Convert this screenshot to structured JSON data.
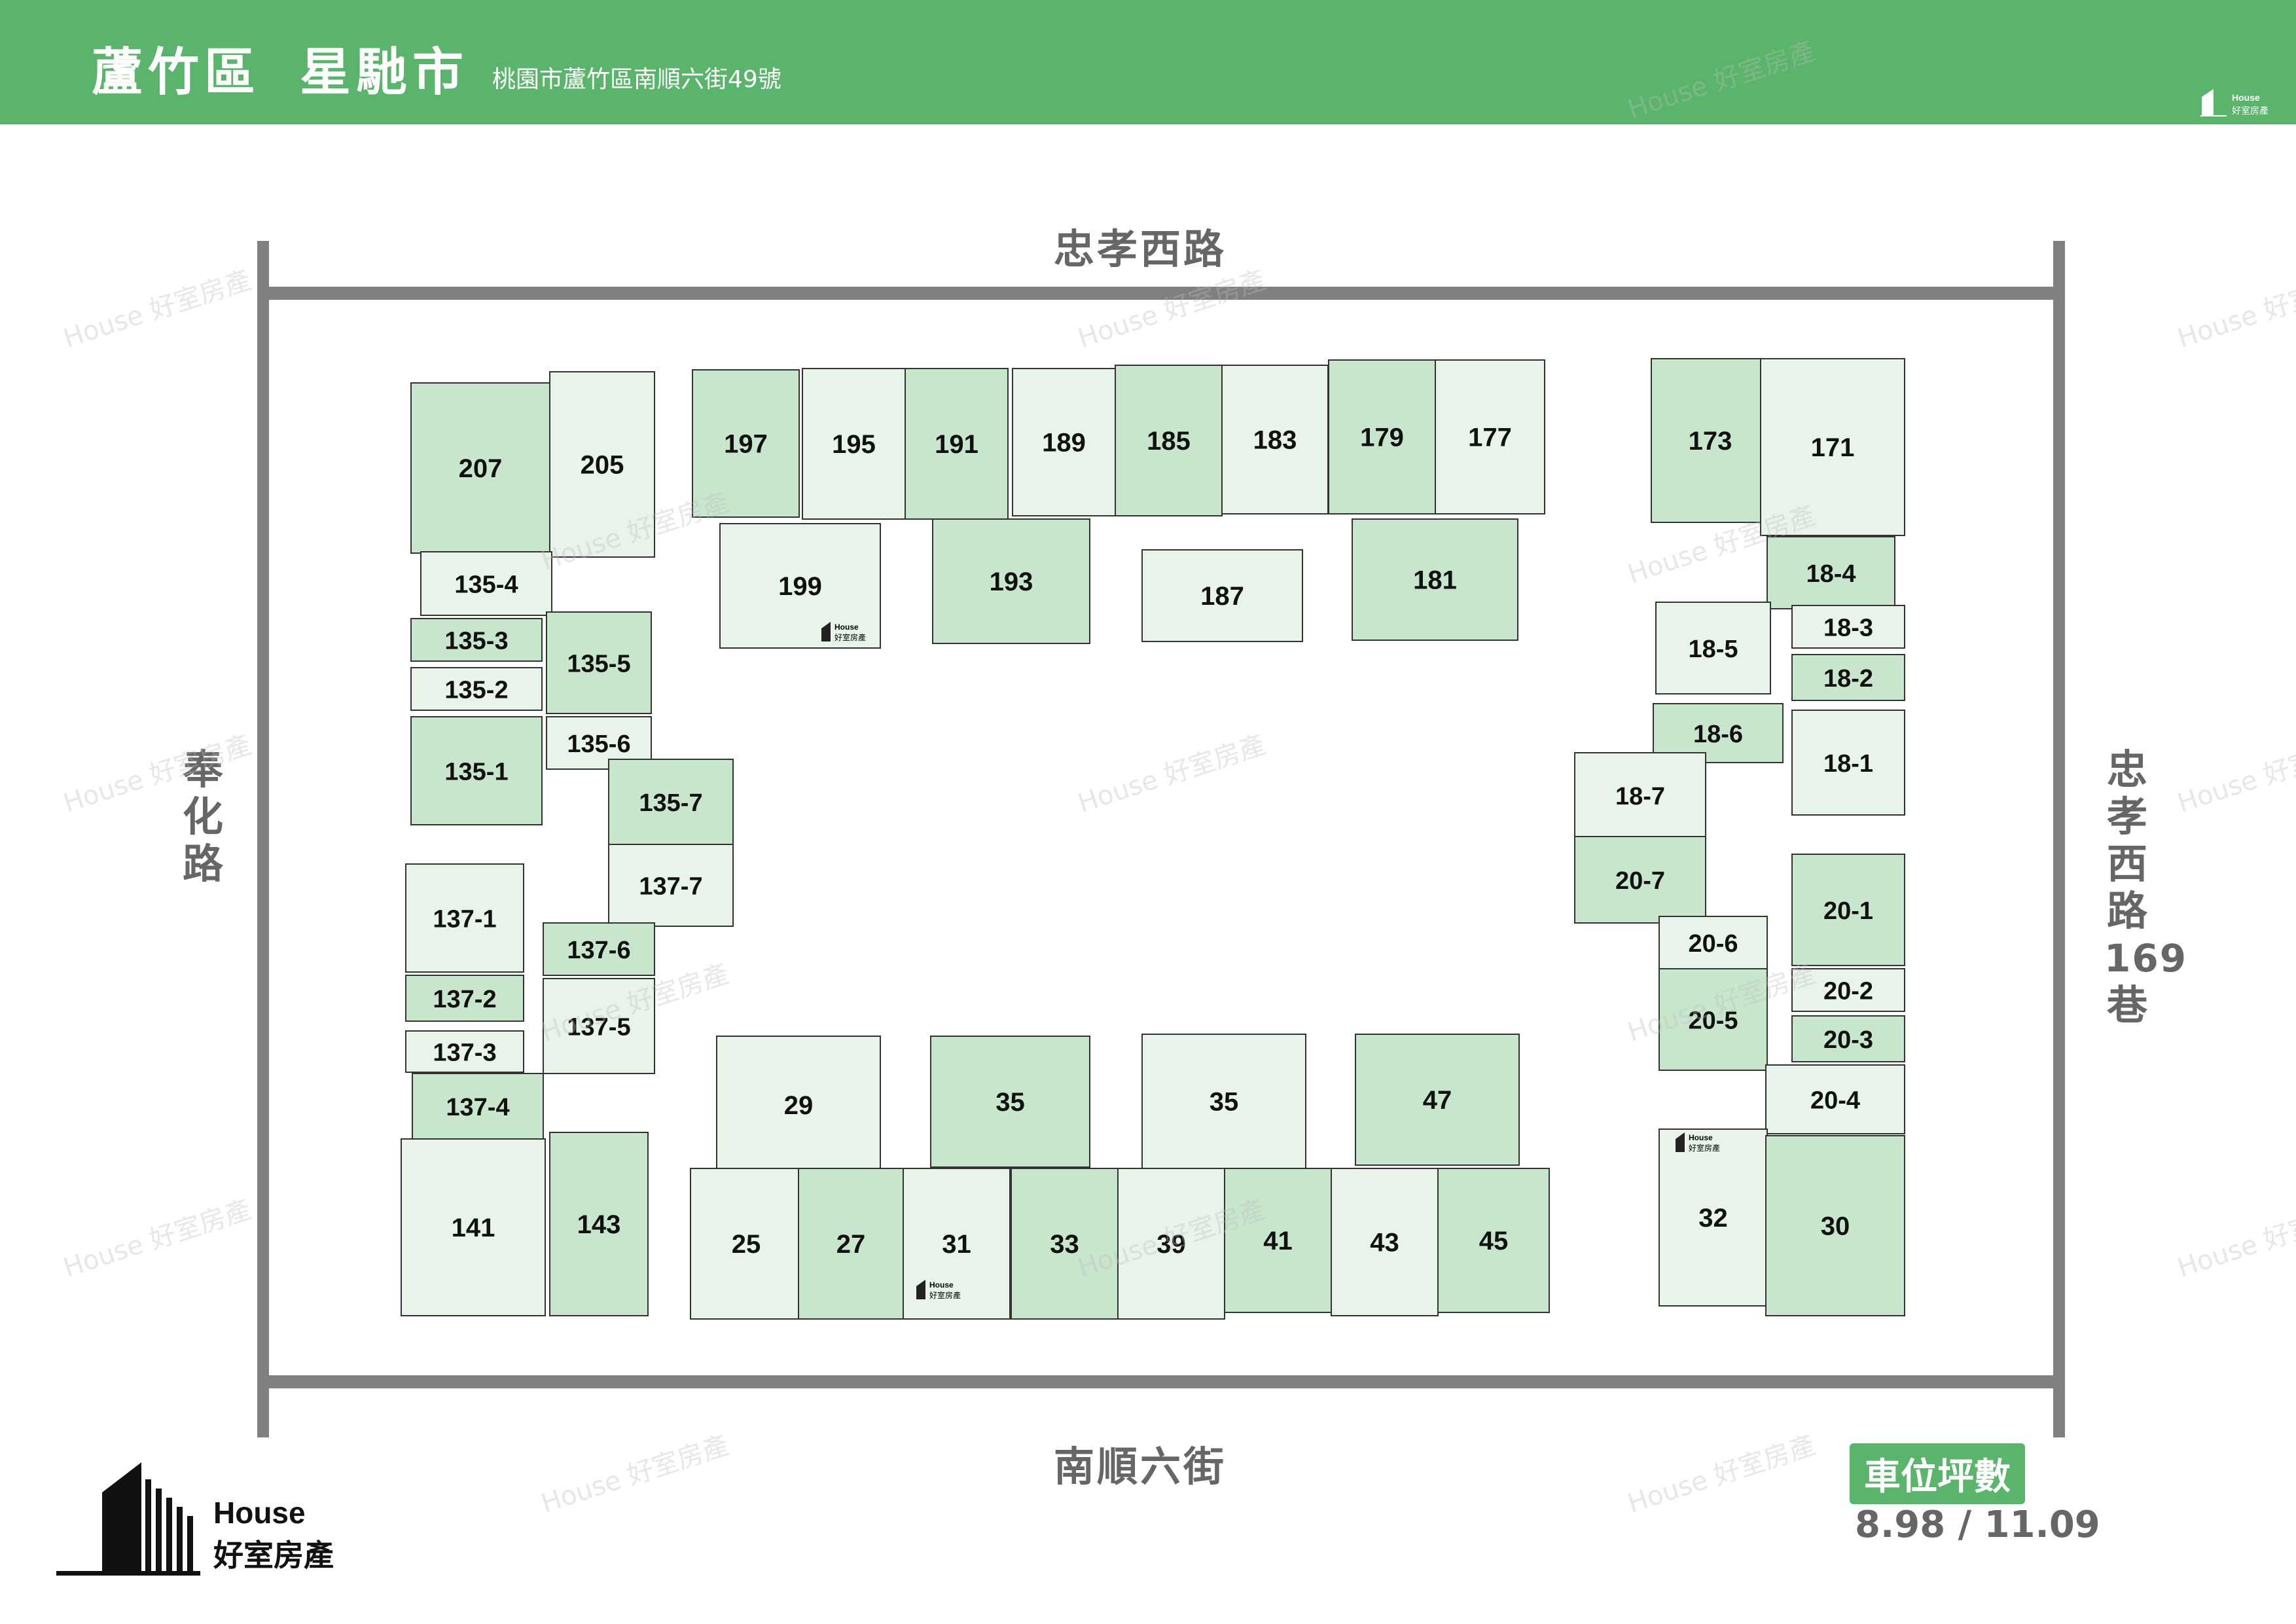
{
  "header": {
    "district": "蘆竹區",
    "name": "星馳市",
    "address": "桃園市蘆竹區南順六街49號",
    "logo_text_en": "House",
    "logo_text_zh": "好室房產"
  },
  "colors": {
    "header_green": "#5ab46b",
    "unit_dark": "#c8e6cc",
    "unit_light": "#e8f4ea",
    "unit_stroke": "#333333",
    "road_gray": "#808080",
    "text_gray": "#666666"
  },
  "roads": {
    "top": "忠孝西路",
    "bottom": "南順六街",
    "left": [
      "奉",
      "化",
      "路"
    ],
    "right": [
      "忠",
      "孝",
      "西",
      "路",
      "169",
      "巷"
    ]
  },
  "legend": {
    "label": "車位坪數",
    "value": "8.98 / 11.09"
  },
  "brand": {
    "en": "House",
    "zh": "好室房產"
  },
  "watermark": {
    "en": "House",
    "zh": "好室房產"
  },
  "units": [
    {
      "label": "207",
      "tone": "dark"
    },
    {
      "label": "205",
      "tone": "light"
    },
    {
      "label": "135-4",
      "tone": "light"
    },
    {
      "label": "135-3",
      "tone": "dark"
    },
    {
      "label": "135-2",
      "tone": "light"
    },
    {
      "label": "135-1",
      "tone": "dark"
    },
    {
      "label": "135-5",
      "tone": "dark"
    },
    {
      "label": "135-6",
      "tone": "light"
    },
    {
      "label": "135-7",
      "tone": "dark"
    },
    {
      "label": "137-7",
      "tone": "light"
    },
    {
      "label": "137-1",
      "tone": "light"
    },
    {
      "label": "137-6",
      "tone": "dark"
    },
    {
      "label": "137-2",
      "tone": "dark"
    },
    {
      "label": "137-5",
      "tone": "light"
    },
    {
      "label": "137-3",
      "tone": "light"
    },
    {
      "label": "137-4",
      "tone": "dark"
    },
    {
      "label": "141",
      "tone": "light"
    },
    {
      "label": "143",
      "tone": "dark"
    },
    {
      "label": "197",
      "tone": "dark"
    },
    {
      "label": "195",
      "tone": "light"
    },
    {
      "label": "191",
      "tone": "dark"
    },
    {
      "label": "189",
      "tone": "light"
    },
    {
      "label": "185",
      "tone": "dark"
    },
    {
      "label": "183",
      "tone": "light"
    },
    {
      "label": "179",
      "tone": "dark"
    },
    {
      "label": "177",
      "tone": "light"
    },
    {
      "label": "199",
      "tone": "light"
    },
    {
      "label": "193",
      "tone": "dark"
    },
    {
      "label": "187",
      "tone": "light"
    },
    {
      "label": "181",
      "tone": "dark"
    },
    {
      "label": "173",
      "tone": "dark"
    },
    {
      "label": "171",
      "tone": "light"
    },
    {
      "label": "18-4",
      "tone": "dark"
    },
    {
      "label": "18-5",
      "tone": "light"
    },
    {
      "label": "18-3",
      "tone": "light"
    },
    {
      "label": "18-2",
      "tone": "dark"
    },
    {
      "label": "18-6",
      "tone": "dark"
    },
    {
      "label": "18-1",
      "tone": "light"
    },
    {
      "label": "18-7",
      "tone": "light"
    },
    {
      "label": "20-7",
      "tone": "dark"
    },
    {
      "label": "20-1",
      "tone": "dark"
    },
    {
      "label": "20-6",
      "tone": "light"
    },
    {
      "label": "20-2",
      "tone": "light"
    },
    {
      "label": "20-5",
      "tone": "dark"
    },
    {
      "label": "20-3",
      "tone": "dark"
    },
    {
      "label": "20-4",
      "tone": "light"
    },
    {
      "label": "32",
      "tone": "light"
    },
    {
      "label": "30",
      "tone": "dark"
    },
    {
      "label": "29",
      "tone": "light"
    },
    {
      "label": "35",
      "tone": "dark"
    },
    {
      "label": "35",
      "tone": "light"
    },
    {
      "label": "47",
      "tone": "dark"
    },
    {
      "label": "25",
      "tone": "light"
    },
    {
      "label": "27",
      "tone": "dark"
    },
    {
      "label": "31",
      "tone": "light"
    },
    {
      "label": "33",
      "tone": "dark"
    },
    {
      "label": "39",
      "tone": "light"
    },
    {
      "label": "41",
      "tone": "dark"
    },
    {
      "label": "43",
      "tone": "light"
    },
    {
      "label": "45",
      "tone": "dark"
    }
  ]
}
